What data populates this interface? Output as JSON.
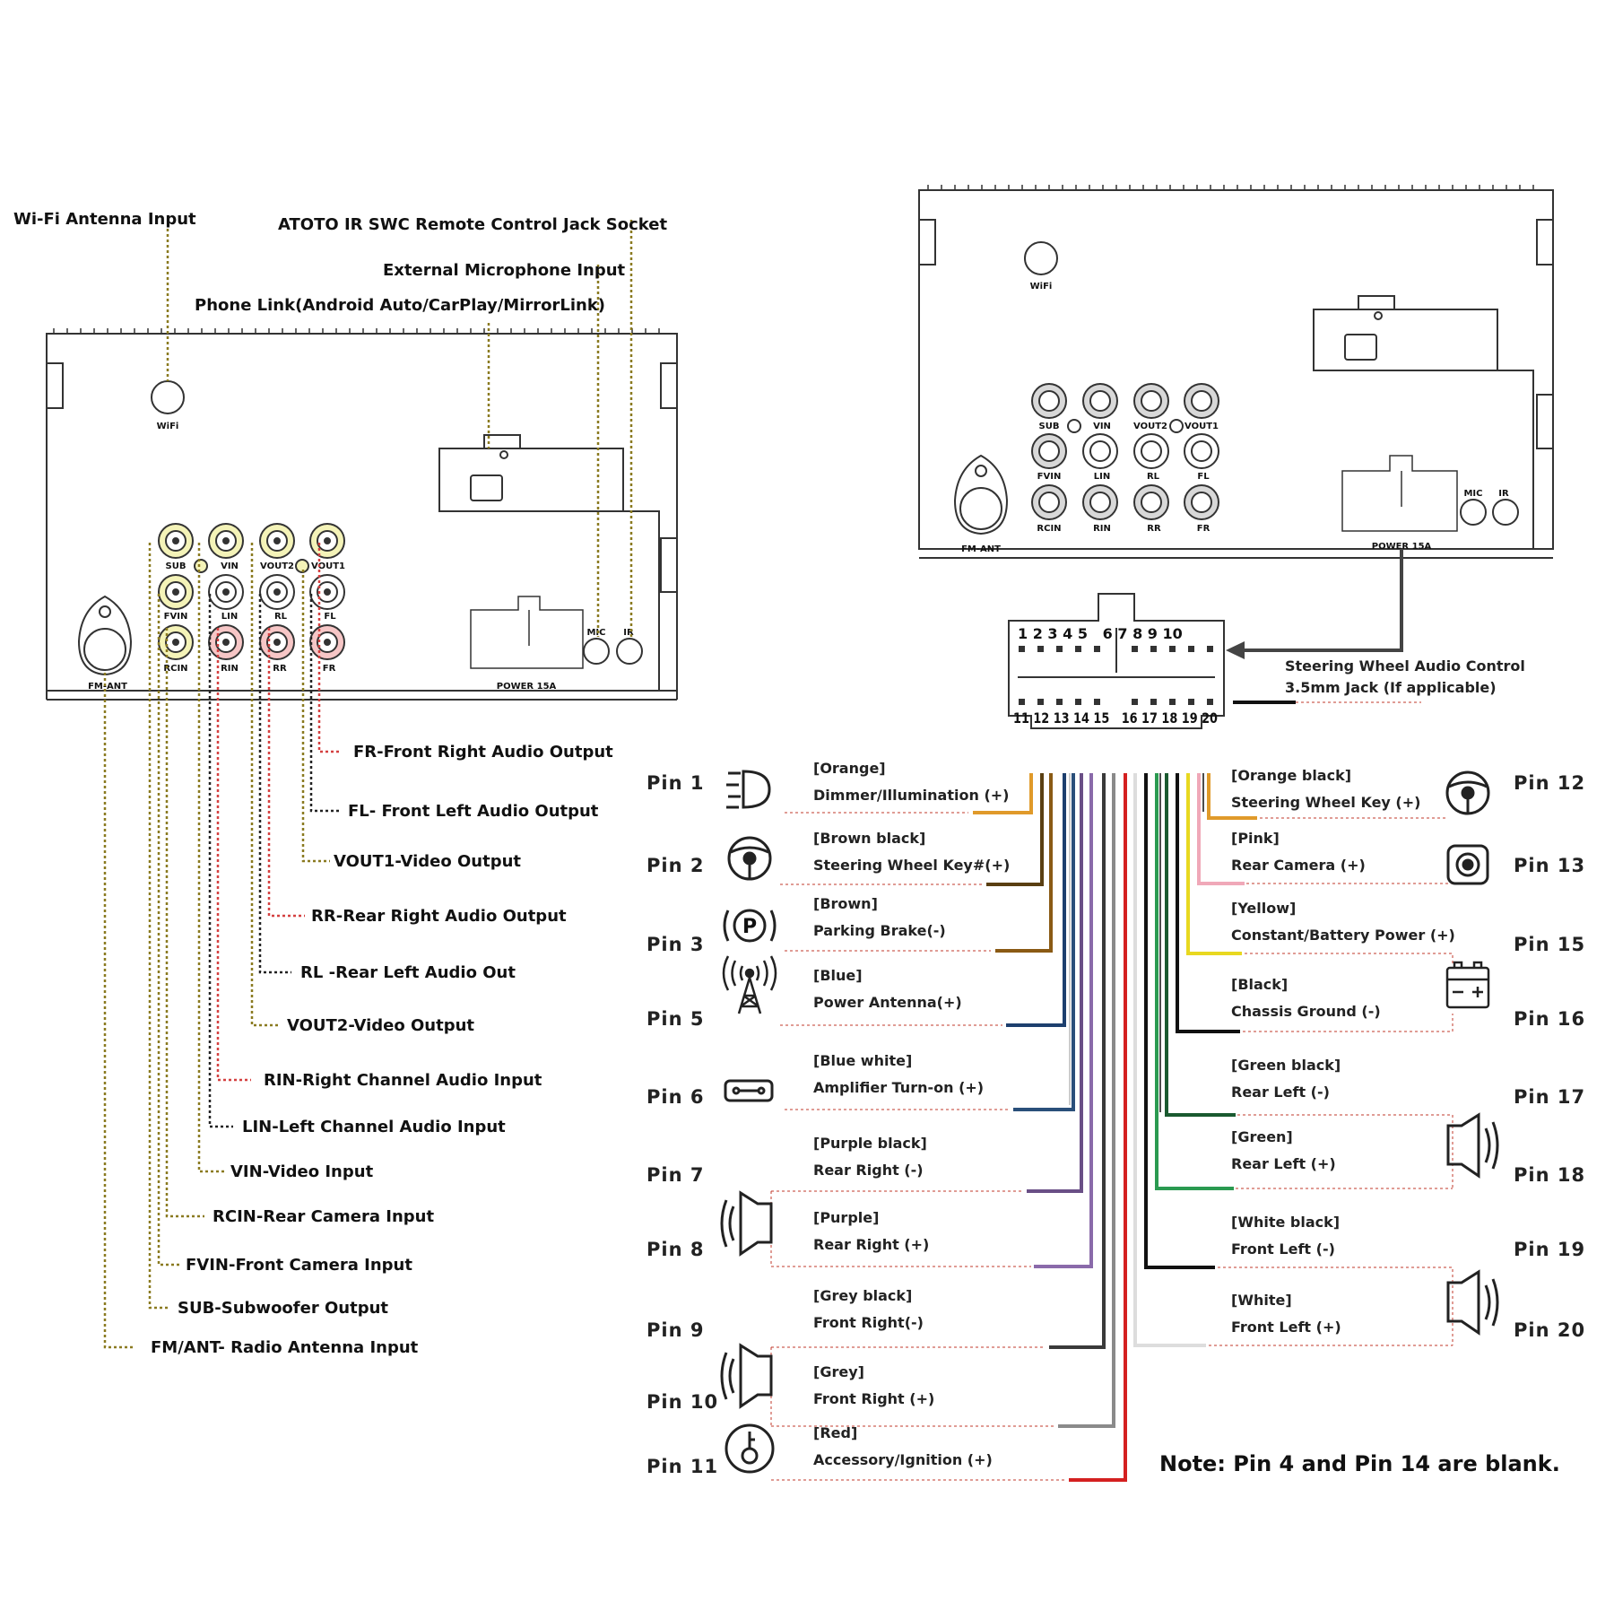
{
  "left_labels": {
    "wifi": "Wi-Fi Antenna Input",
    "ir_swc": "ATOTO IR SWC Remote Control Jack Socket",
    "mic": "External Microphone Input",
    "phonelink": "Phone Link(Android Auto/CarPlay/MirrorLink)",
    "fr": "FR-Front Right Audio Output",
    "fl": "FL- Front Left Audio Output",
    "vout1": "VOUT1-Video Output",
    "rr": "RR-Rear Right Audio Output",
    "rl": "RL -Rear Left Audio Out",
    "vout2": "VOUT2-Video Output",
    "rin": "RIN-Right Channel Audio Input",
    "lin": "LIN-Left Channel Audio Input",
    "vin": "VIN-Video Input",
    "rcin": "RCIN-Rear Camera Input",
    "fvin": "FVIN-Front Camera Input",
    "sub": "SUB-Subwoofer Output",
    "fmant": "FM/ANT- Radio Antenna Input"
  },
  "unit_labels": {
    "wifi": "WiFi",
    "sub": "SUB",
    "vin": "VIN",
    "vout2": "VOUT2",
    "vout1": "VOUT1",
    "fvin": "FVIN",
    "lin": "LIN",
    "rl": "RL",
    "fl": "FL",
    "rcin": "RCIN",
    "rin": "RIN",
    "rr": "RR",
    "fr": "FR",
    "mic": "MIC",
    "ir": "IR",
    "power": "POWER 15A",
    "fmant": "FM-ANT"
  },
  "connector": {
    "top_pins": "1 2 3 4 5   6 7 8 9 10",
    "bottom_pins": "11 12 13 14 15   16 17 18 19 20",
    "swc_line1": "Steering Wheel Audio Control",
    "swc_line2": "3.5mm Jack (If applicable)"
  },
  "pins_left": [
    {
      "pin": "Pin 1",
      "color_name": "[Orange]",
      "func": "Dimmer/Illumination (+)",
      "wire": "#e09a2a",
      "icon": "dimmer-icon"
    },
    {
      "pin": "Pin 2",
      "color_name": "[Brown black]",
      "func": "Steering Wheel Key#(+)",
      "wire": "#5a3f12",
      "icon": "steering-wheel-icon"
    },
    {
      "pin": "Pin 3",
      "color_name": "[Brown]",
      "func": "Parking Brake(-)",
      "wire": "#8a5a14",
      "icon": "parking-brake-icon"
    },
    {
      "pin": "Pin 5",
      "color_name": "[Blue]",
      "func": "Power Antenna(+)",
      "wire": "#1d3f6e",
      "icon": "antenna-icon"
    },
    {
      "pin": "Pin 6",
      "color_name": "[Blue white]",
      "func": "Amplifier Turn-on (+)",
      "wire": "#2a4f7a",
      "icon": "amplifier-icon"
    },
    {
      "pin": "Pin 7",
      "color_name": "[Purple black]",
      "func": "Rear Right (-)",
      "wire": "#6a4f86",
      "icon": ""
    },
    {
      "pin": "Pin 8",
      "color_name": "[Purple]",
      "func": "Rear Right (+)",
      "wire": "#8a6aaa",
      "icon": "speaker-icon"
    },
    {
      "pin": "Pin 9",
      "color_name": "[Grey black]",
      "func": "Front Right(-)",
      "wire": "#3a3a3a",
      "icon": ""
    },
    {
      "pin": "Pin 10",
      "color_name": "[Grey]",
      "func": "Front Right (+)",
      "wire": "#8a8a8a",
      "icon": "speaker-icon"
    },
    {
      "pin": "Pin 11",
      "color_name": "[Red]",
      "func": "Accessory/Ignition (+)",
      "wire": "#d42020",
      "icon": "ignition-key-icon"
    }
  ],
  "pins_right": [
    {
      "pin": "Pin 12",
      "color_name": "[Orange black]",
      "func": "Steering Wheel Key (+)",
      "wire": "#e09a2a",
      "icon": "steering-wheel-icon"
    },
    {
      "pin": "Pin 13",
      "color_name": "[Pink]",
      "func": "Rear Camera (+)",
      "wire": "#f0a8b8",
      "icon": "camera-icon"
    },
    {
      "pin": "Pin 15",
      "color_name": "[Yellow]",
      "func": "Constant/Battery Power (+)",
      "wire": "#e8d820",
      "icon": "battery-icon"
    },
    {
      "pin": "Pin 16",
      "color_name": "[Black]",
      "func": "Chassis Ground (-)",
      "wire": "#111111",
      "icon": ""
    },
    {
      "pin": "Pin 17",
      "color_name": "[Green black]",
      "func": "Rear Left (-)",
      "wire": "#1a5a30",
      "icon": ""
    },
    {
      "pin": "Pin 18",
      "color_name": "[Green]",
      "func": "Rear Left (+)",
      "wire": "#2a9a50",
      "icon": "speaker-icon"
    },
    {
      "pin": "Pin 19",
      "color_name": "[White black]",
      "func": "Front Left (-)",
      "wire": "#111111",
      "icon": ""
    },
    {
      "pin": "Pin 20",
      "color_name": "[White]",
      "func": "Front Left (+)",
      "wire": "#dddddd",
      "icon": "speaker-icon"
    }
  ],
  "note": "Note: Pin 4 and Pin 14 are blank."
}
